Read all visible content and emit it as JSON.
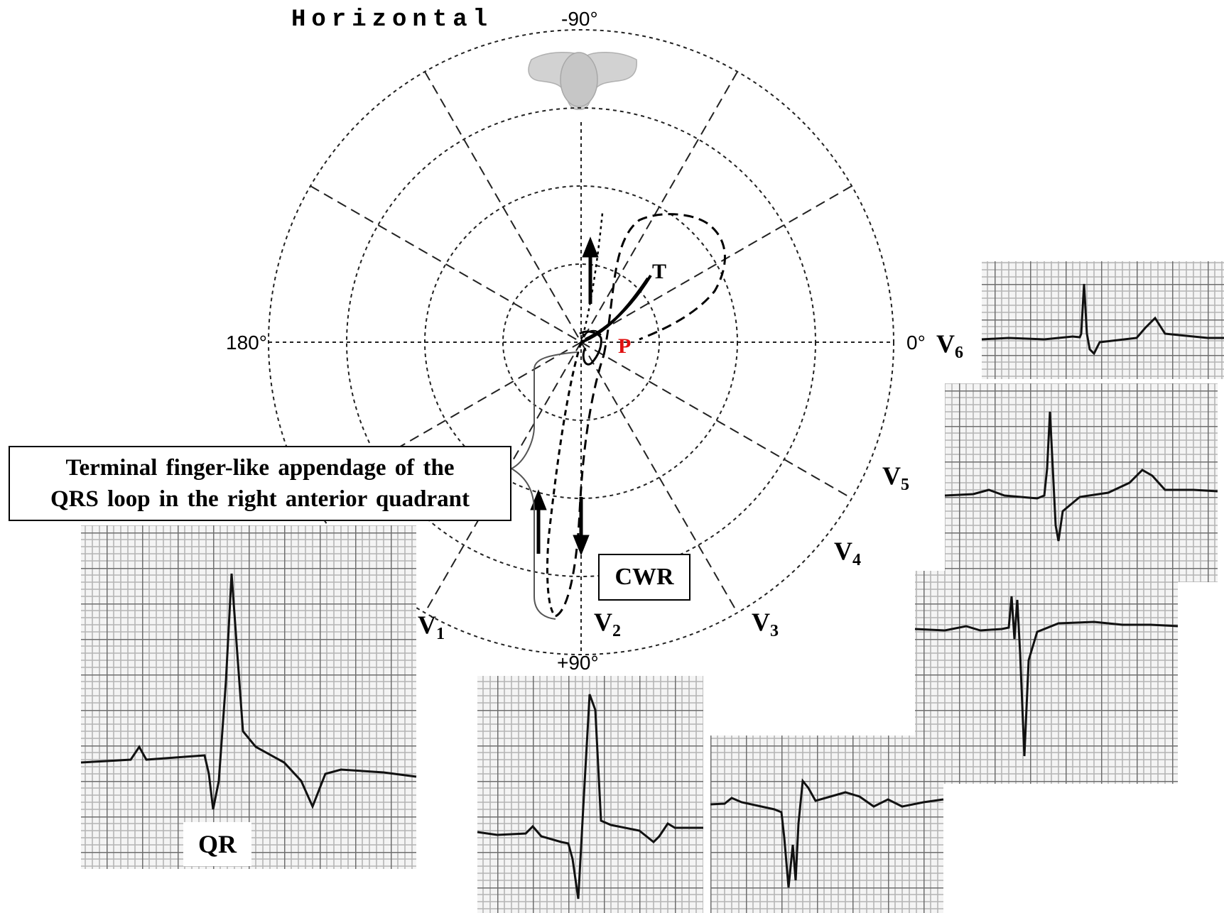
{
  "title": "Horizontal",
  "angles": {
    "top": "-90°",
    "bottom": "+90°",
    "left": "180°",
    "right": "0°"
  },
  "loop_labels": {
    "t": "T",
    "p": "P"
  },
  "lead_labels": {
    "v1": {
      "lead": "V",
      "sub": "1"
    },
    "v2": {
      "lead": "V",
      "sub": "2"
    },
    "v3": {
      "lead": "V",
      "sub": "3"
    },
    "v4": {
      "lead": "V",
      "sub": "4"
    },
    "v5": {
      "lead": "V",
      "sub": "5"
    },
    "v6": {
      "lead": "V",
      "sub": "6"
    }
  },
  "callout": {
    "line1": "Terminal finger-like appendage of the",
    "line2": "QRS loop in the right anterior quadrant"
  },
  "cwr_label": "CWR",
  "qr_label": "QR",
  "colors": {
    "ink": "#000000",
    "p_label": "#e01010",
    "grid_minor": "#b5b5b5",
    "grid_major": "#6e6e6e",
    "torso": "#cfcfcf"
  }
}
